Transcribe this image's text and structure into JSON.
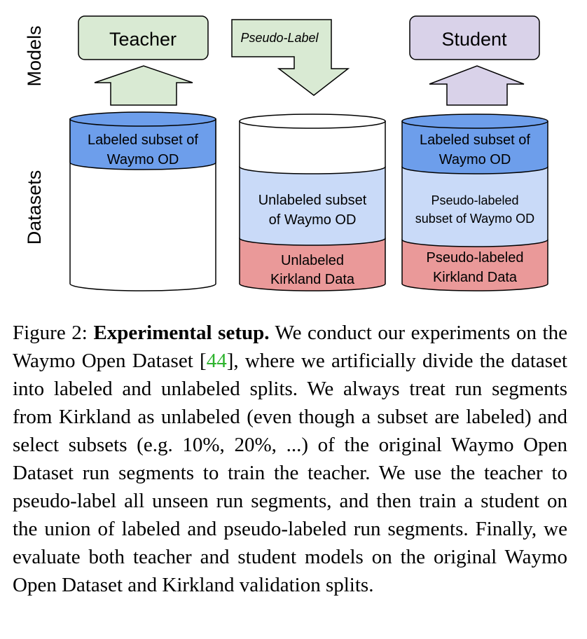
{
  "diagram": {
    "row_labels": {
      "models": "Models",
      "datasets": "Datasets"
    },
    "models": {
      "teacher": "Teacher",
      "student": "Student",
      "pseudo_label": "Pseudo-Label"
    },
    "datasets": {
      "teacher": {
        "labeled": [
          "Labeled subset of",
          "Waymo OD"
        ]
      },
      "middle": {
        "unlabeled_waymo": [
          "Unlabeled subset",
          "of Waymo OD"
        ],
        "unlabeled_kirkland": [
          "Unlabeled",
          "Kirkland Data"
        ]
      },
      "student": {
        "labeled": [
          "Labeled subset of",
          "Waymo OD"
        ],
        "pseudo_waymo": [
          "Pseudo-labeled",
          "subset of Waymo OD"
        ],
        "pseudo_kirkland": [
          "Pseudo-labeled",
          "Kirkland Data"
        ]
      }
    },
    "colors": {
      "model_green": "#d9ead3",
      "model_purple": "#d9d2e9",
      "labeled_blue": "#6d9eeb",
      "unlabeled_lightblue": "#c9daf8",
      "kirkland_red": "#ea9999",
      "outline": "#000000"
    }
  },
  "caption": {
    "prefix": "Figure 2: ",
    "title": "Experimental setup.",
    "text_before_citation": " We conduct our experiments on the Waymo Open Dataset [",
    "citation": "44",
    "text_after_citation": "], where we artificially divide the dataset into labeled and unlabeled splits. We always treat run segments from Kirkland as unlabeled (even though a subset are labeled) and select subsets (e.g. 10%, 20%, ...) of the original Waymo Open Dataset run segments to train the teacher. We use the teacher to pseudo-label all unseen run segments, and then train a student on the union of labeled and pseudo-labeled run segments. Finally, we evaluate both teacher and student models on the original Waymo Open Dataset and Kirkland validation splits."
  }
}
